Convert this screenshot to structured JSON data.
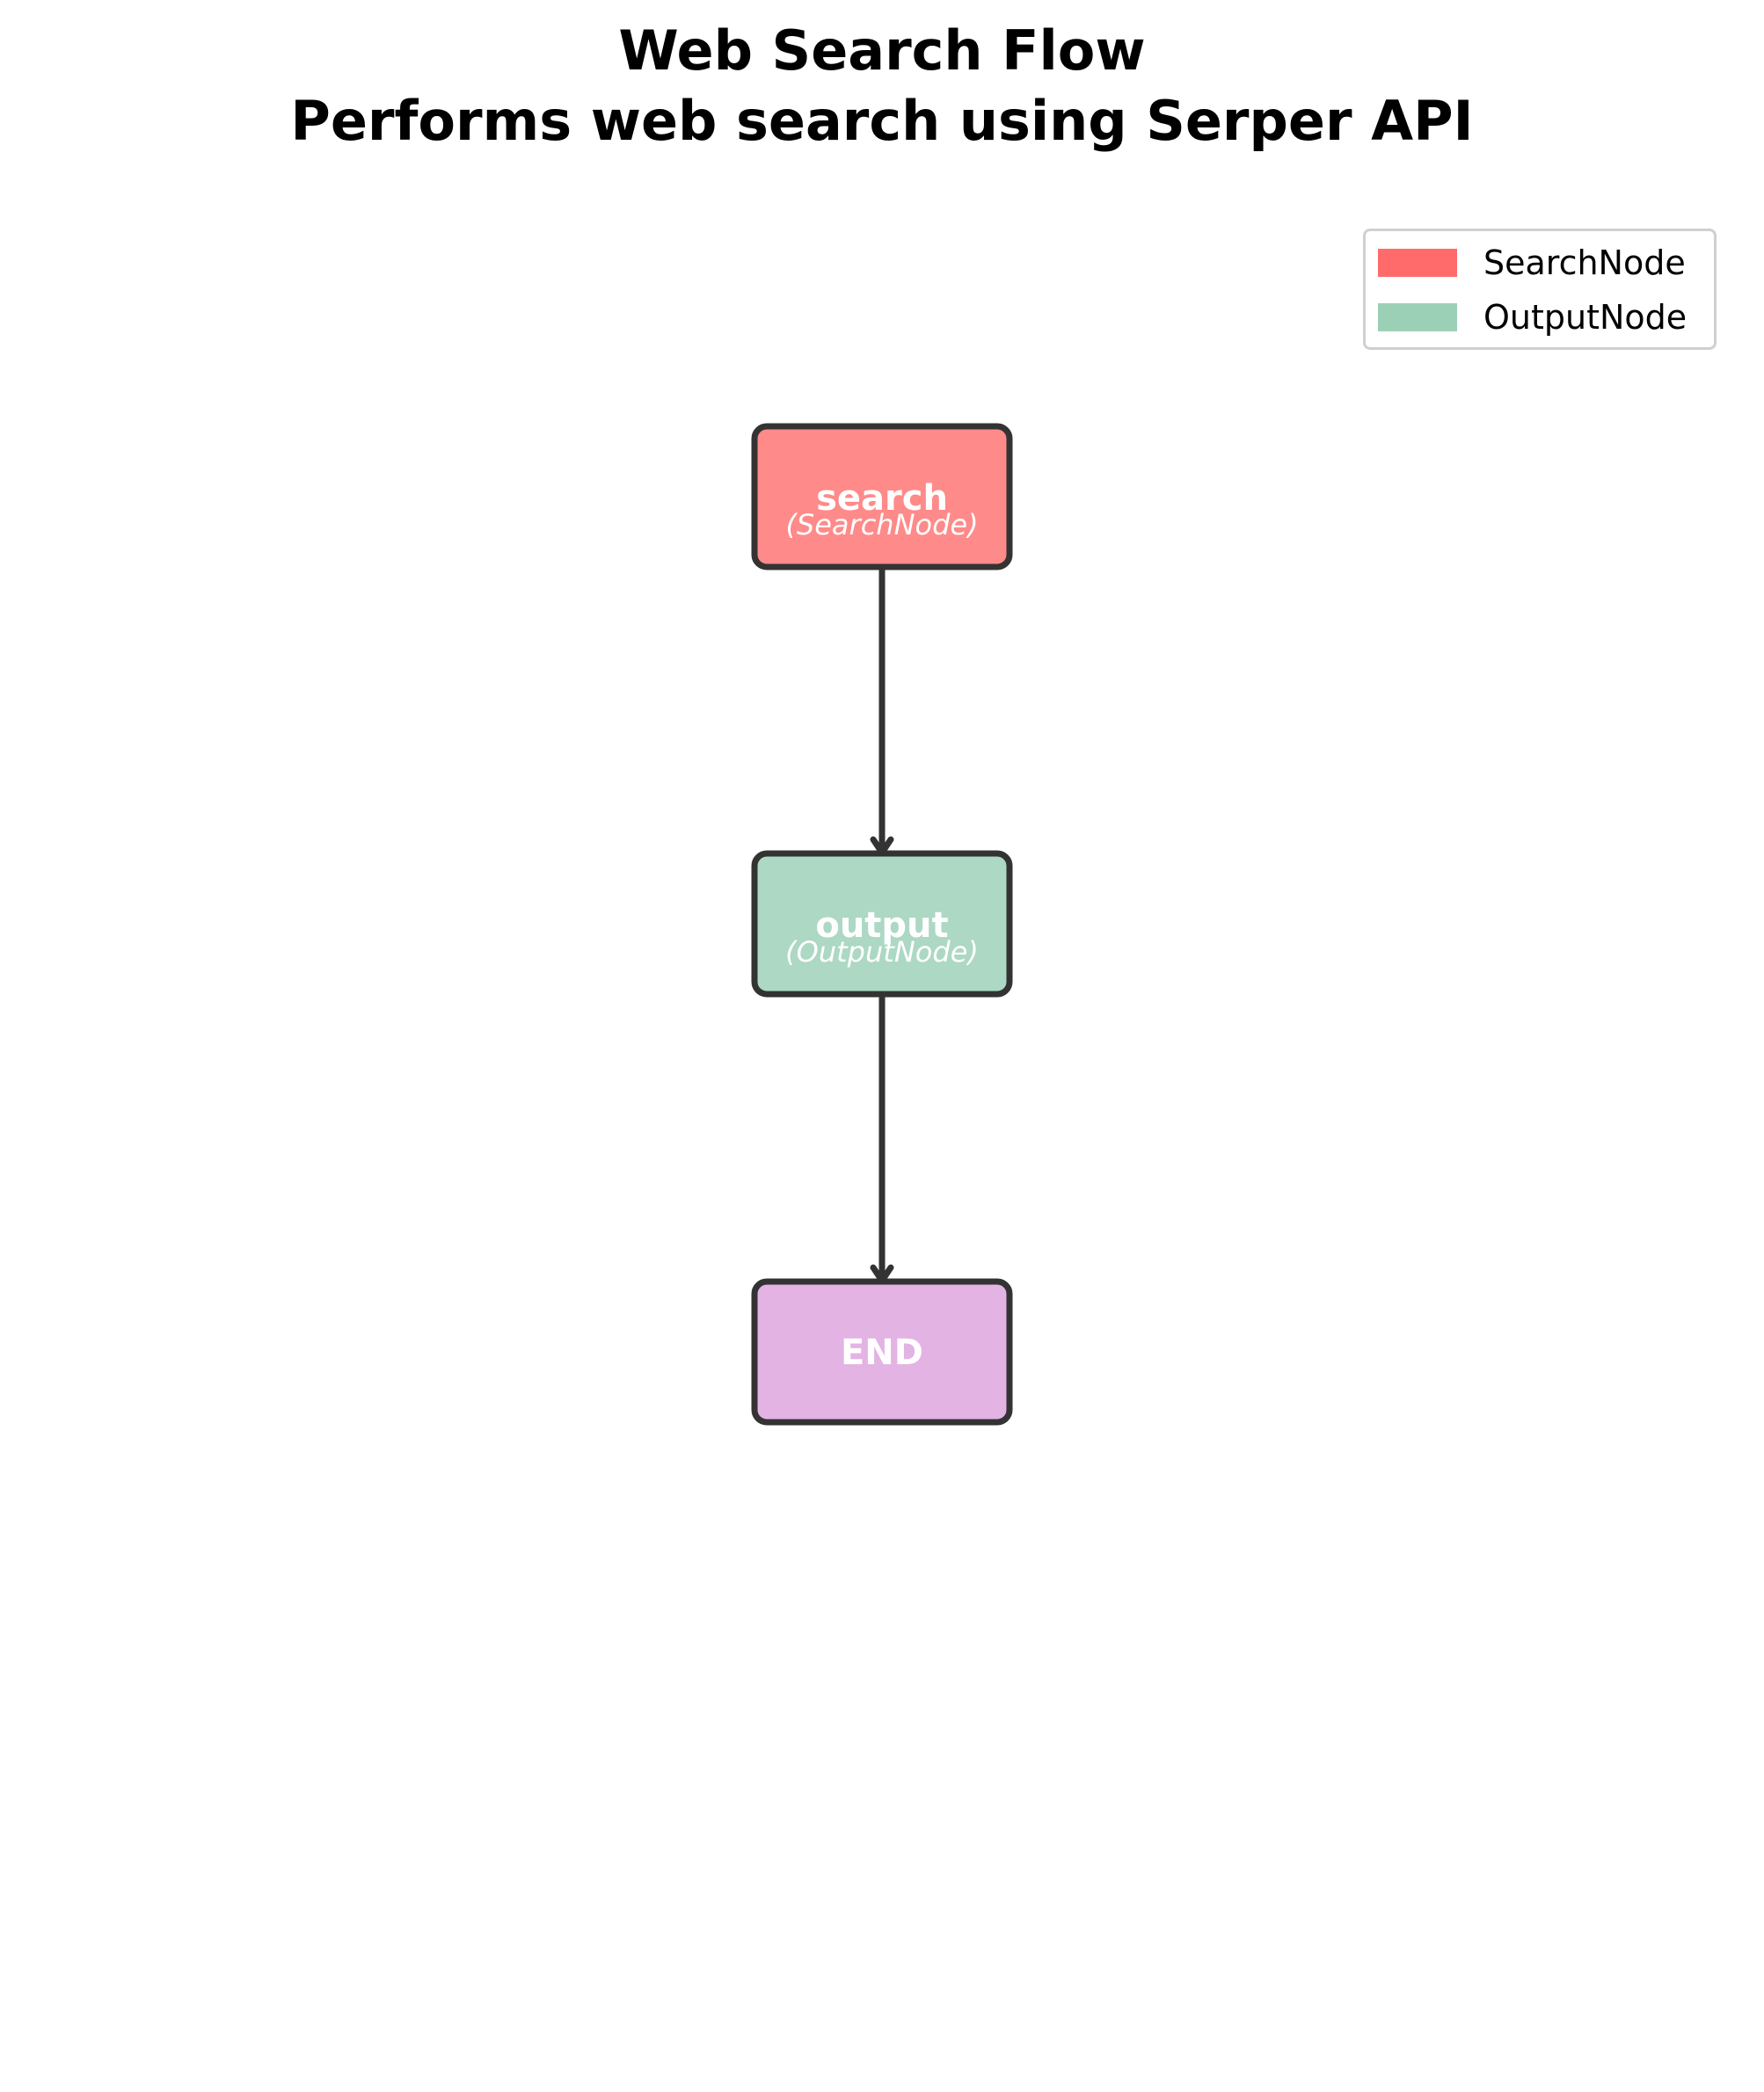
{
  "title": {
    "line1": "Web Search Flow",
    "line2": "Performs web search using Serper API"
  },
  "legend": {
    "items": [
      {
        "label": "SearchNode",
        "color": "#ff6b6b"
      },
      {
        "label": "OutputNode",
        "color": "#9bd0b7"
      }
    ]
  },
  "nodes": [
    {
      "id": "search",
      "label": "search",
      "type": "(SearchNode)",
      "fill": "#ff8a8a"
    },
    {
      "id": "output",
      "label": "output",
      "type": "(OutputNode)",
      "fill": "#acd8c4"
    },
    {
      "id": "end",
      "label": "END",
      "type": "",
      "fill": "#e3b3e3"
    }
  ],
  "edges": [
    {
      "from": "search",
      "to": "output"
    },
    {
      "from": "output",
      "to": "end"
    }
  ],
  "colors": {
    "border": "#333333",
    "edge": "#333333"
  }
}
